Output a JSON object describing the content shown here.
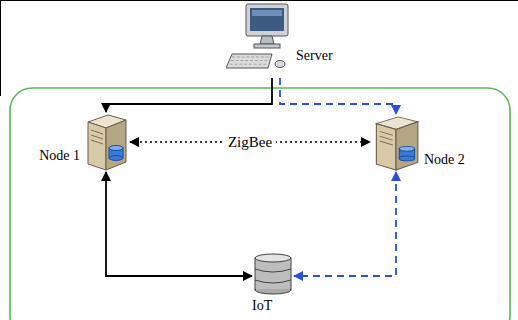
{
  "diagram": {
    "nodes": [
      {
        "text": [
          "Server"
        ]
      },
      {
        "text": [
          "Node 1"
        ]
      },
      {
        "text": [
          "Node 2"
        ]
      },
      {
        "text": [
          "IoT"
        ]
      }
    ],
    "edges": [
      {
        "from": 0,
        "to": 1,
        "arrow": "to"
      },
      {
        "from": 0,
        "to": 2,
        "arrow": "to"
      },
      {
        "from": 1,
        "to": 2,
        "label": "ZigBee",
        "arrow": "both"
      },
      {
        "from": 1,
        "to": 3,
        "arrow": "both"
      },
      {
        "from": 2,
        "to": 3,
        "arrow": "both"
      }
    ]
  }
}
